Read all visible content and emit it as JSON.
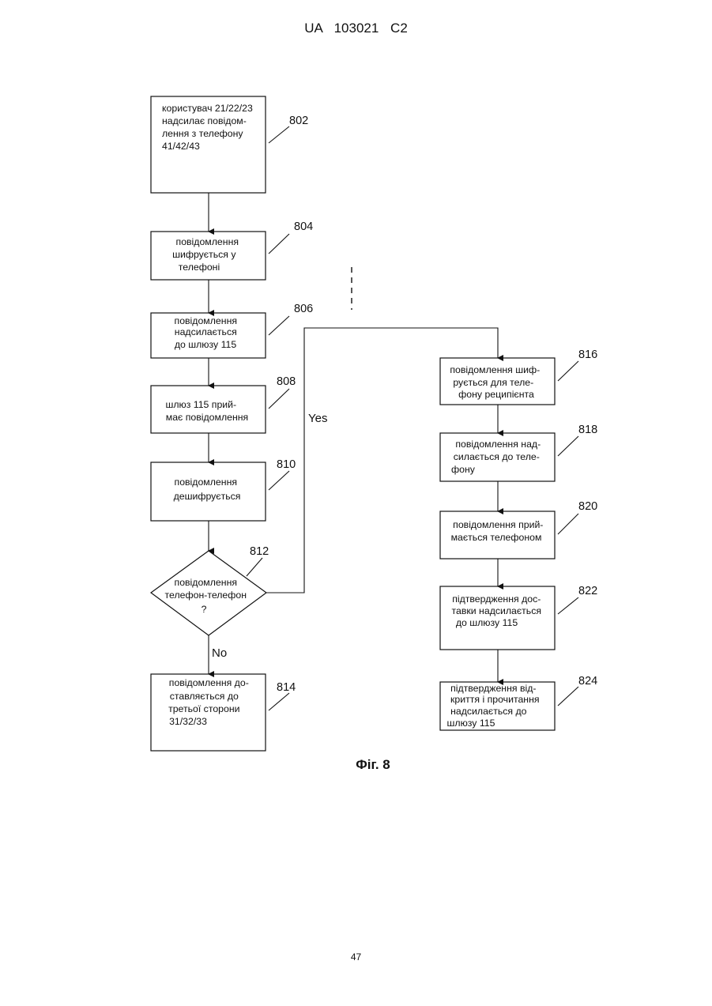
{
  "header": "UA 103021 C2",
  "page_number": "47",
  "figure_caption": "Фіг. 8",
  "branch_labels": {
    "yes": "Yes",
    "no": "No"
  },
  "nodes": {
    "n802": {
      "ref": "802",
      "lines": [
        "користувач 21/22/23",
        "надсилає повідом-",
        "лення з телефону",
        "41/42/43"
      ]
    },
    "n804": {
      "ref": "804",
      "lines": [
        "повідомлення",
        "шифрується у",
        "телефоні"
      ]
    },
    "n806": {
      "ref": "806",
      "lines": [
        "повідомлення",
        "надсилається",
        "до шлюзу 115"
      ]
    },
    "n808": {
      "ref": "808",
      "lines": [
        "шлюз 115 прий-",
        "має повідомлення"
      ]
    },
    "n810": {
      "ref": "810",
      "lines": [
        "повідомлення",
        "дешифрується"
      ]
    },
    "n812": {
      "ref": "812",
      "lines": [
        "повідомлення",
        "телефон-телефон",
        "?"
      ]
    },
    "n814": {
      "ref": "814",
      "lines": [
        "повідомлення до-",
        "ставляється до",
        "третьої сторони",
        "31/32/33"
      ]
    },
    "n816": {
      "ref": "816",
      "lines": [
        "повідомлення шиф-",
        "рується для теле-",
        "фону реципієнта"
      ]
    },
    "n818": {
      "ref": "818",
      "lines": [
        "повідомлення над-",
        "силається до теле-",
        "фону"
      ]
    },
    "n820": {
      "ref": "820",
      "lines": [
        "повідомлення прий-",
        "мається телефоном"
      ]
    },
    "n822": {
      "ref": "822",
      "lines": [
        "підтвердження дос-",
        "тавки надсилається",
        "до шлюзу 115"
      ]
    },
    "n824": {
      "ref": "824",
      "lines": [
        "підтвердження від-",
        "криття і прочитання",
        "надсилається до",
        "шлюзу 115"
      ]
    }
  }
}
